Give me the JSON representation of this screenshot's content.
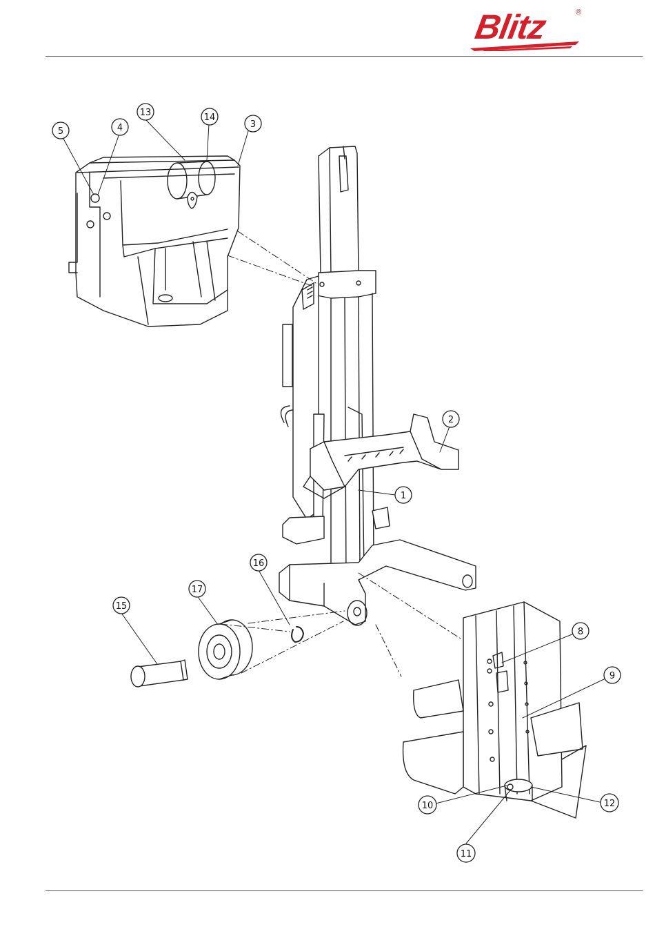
{
  "brand": {
    "name": "Blitz",
    "registered_mark": "®",
    "color": "#d3202a"
  },
  "callouts": [
    {
      "id": "c1",
      "label": "1"
    },
    {
      "id": "c2",
      "label": "2"
    },
    {
      "id": "c3",
      "label": "3"
    },
    {
      "id": "c4",
      "label": "4"
    },
    {
      "id": "c5",
      "label": "5"
    },
    {
      "id": "c8",
      "label": "8"
    },
    {
      "id": "c9",
      "label": "9"
    },
    {
      "id": "c10",
      "label": "10"
    },
    {
      "id": "c11",
      "label": "11"
    },
    {
      "id": "c12",
      "label": "12"
    },
    {
      "id": "c13",
      "label": "13"
    },
    {
      "id": "c14",
      "label": "14"
    },
    {
      "id": "c15",
      "label": "15"
    },
    {
      "id": "c16",
      "label": "16"
    },
    {
      "id": "c17",
      "label": "17"
    }
  ]
}
